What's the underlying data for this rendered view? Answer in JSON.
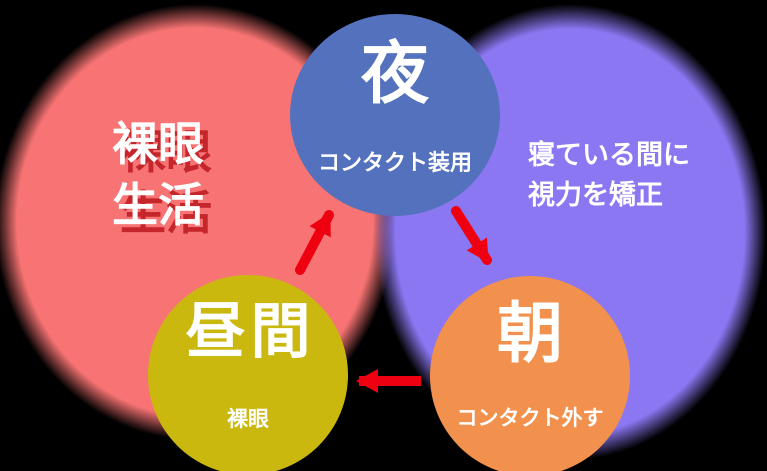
{
  "diagram": {
    "title_implied": "orthokeratology daily cycle",
    "background_color": "#000000"
  },
  "regions": {
    "naked_eye_life": {
      "lines": [
        "裸眼",
        "生活"
      ],
      "color": "#f87373",
      "text_color": "#ffffff",
      "text_shadow_color": "#c4262b"
    },
    "sleep_correction": {
      "lines": [
        "寝ている間に",
        "視力を矯正"
      ],
      "color": "#8c77f3",
      "text_color": "#ffffff"
    }
  },
  "cycle": {
    "night": {
      "title": "夜",
      "subtitle": "コンタクト装用",
      "color": "#5371bc"
    },
    "morning": {
      "title": "朝",
      "subtitle": "コンタクト外す",
      "color": "#f2914d"
    },
    "daytime": {
      "title": "昼間",
      "subtitle": "裸眼",
      "color": "#cbb80f"
    }
  },
  "icons": {
    "arrow_color": "#ee0011",
    "cycle_arrows": [
      "arrow-daytime-to-night-icon",
      "arrow-night-to-morning-icon",
      "arrow-morning-to-daytime-icon"
    ]
  }
}
